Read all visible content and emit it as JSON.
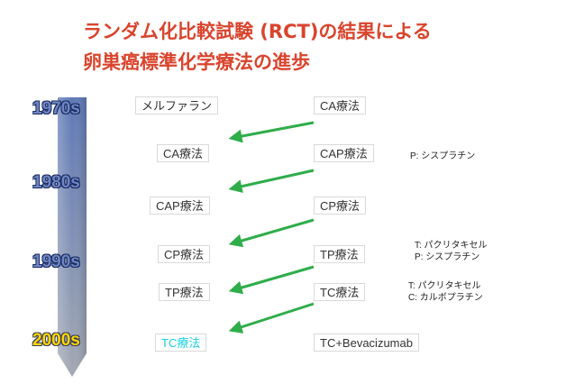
{
  "title": {
    "line1": "ランダム化比較試験 (RCT)の結果による",
    "line2": "卵巣癌標準化学療法の進歩"
  },
  "timeline": {
    "decades": [
      "1970s",
      "1980s",
      "1990s",
      "2000s"
    ],
    "gradient_top": "#5f79b7",
    "gradient_bottom": "#a3a9b3"
  },
  "trials": [
    {
      "left": "メルファラン",
      "right": "CA療法"
    },
    {
      "left": "CA療法",
      "right": "CAP療法"
    },
    {
      "left": "CAP療法",
      "right": "CP療法"
    },
    {
      "left": "CP療法",
      "right": "TP療法"
    },
    {
      "left": "TP療法",
      "right": "TC療法"
    },
    {
      "left": "TC療法",
      "right": "TC+Bevacizumab"
    }
  ],
  "notes": {
    "note1": "P: シスプラチン",
    "note2_line1": "T: パクリタキセル",
    "note2_line2": "P: シスプラチン",
    "note3_line1": "T: パクリタキセル",
    "note3_line2": "C: カルボプラチン"
  },
  "colors": {
    "title": "#d9442d",
    "arrow": "#2fad4a",
    "decade": "#6e86c6",
    "decade_highlight": "#ffd700",
    "winner_text": "#19d3e0"
  }
}
